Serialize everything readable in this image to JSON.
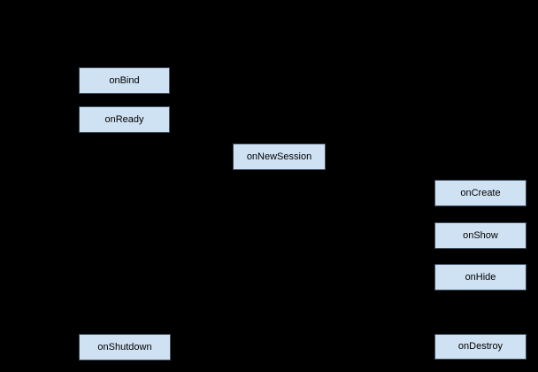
{
  "diagram": {
    "description": "Lifecycle diagram with callback-method boxes on a black (transparent) background",
    "background_color": "#000000",
    "node_fill_color": "#cfe2f3",
    "node_border_color": "#3e4e5c",
    "node_text_color": "#000000",
    "nodes": [
      {
        "id": "onBind",
        "label": "onBind"
      },
      {
        "id": "onReady",
        "label": "onReady"
      },
      {
        "id": "onNewSession",
        "label": "onNewSession"
      },
      {
        "id": "onCreate",
        "label": "onCreate"
      },
      {
        "id": "onShow",
        "label": "onShow"
      },
      {
        "id": "onHide",
        "label": "onHide"
      },
      {
        "id": "onShutdown",
        "label": "onShutdown"
      },
      {
        "id": "onDestroy",
        "label": "onDestroy"
      }
    ]
  }
}
